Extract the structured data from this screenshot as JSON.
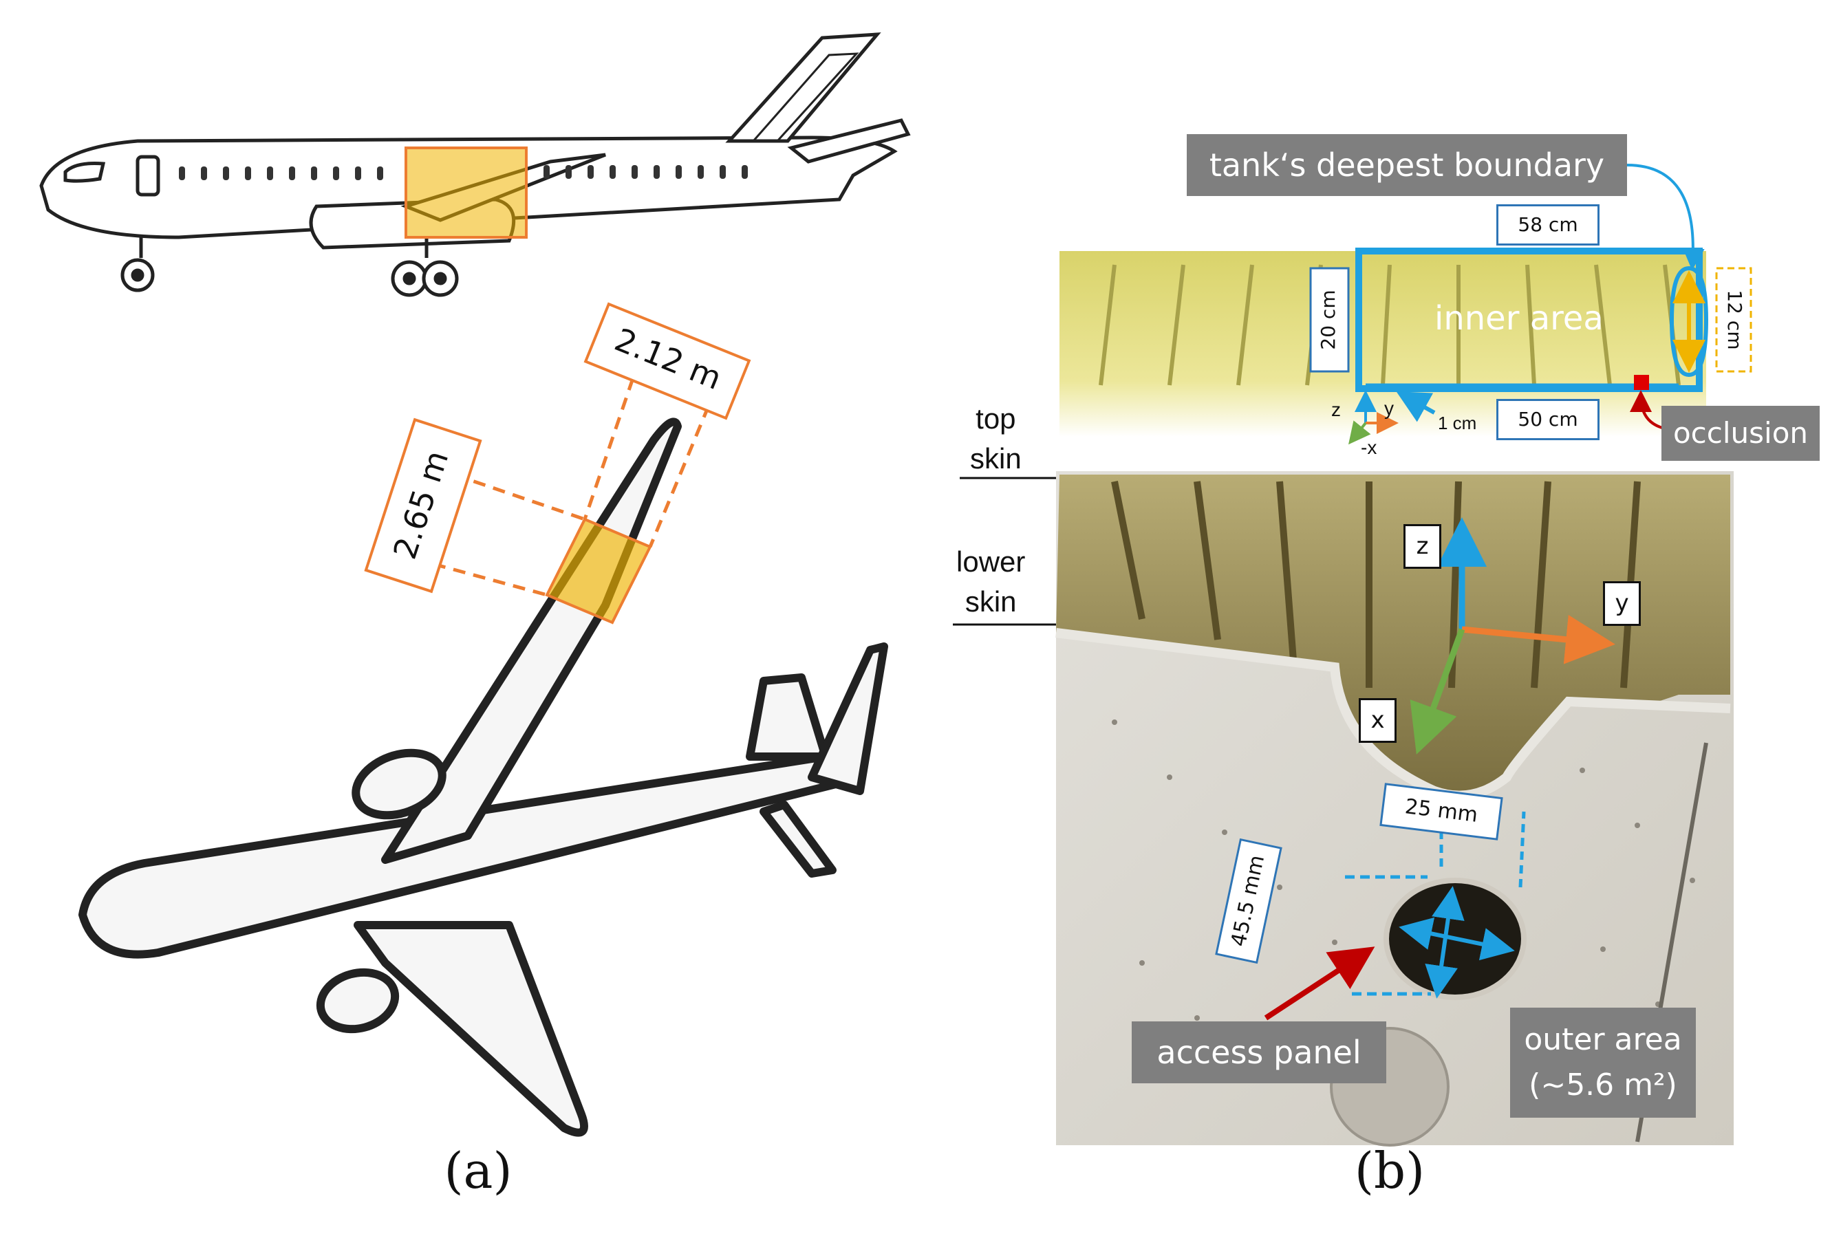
{
  "panel_a": {
    "caption": "(a)",
    "dim_wing_span": "2.12 m",
    "dim_wing_chord": "2.65 m"
  },
  "panel_b": {
    "caption": "(b)",
    "top_view": {
      "tank_boundary_label": "tank‘s deepest boundary",
      "inner_area_label": "inner area",
      "dim_58": "58 cm",
      "dim_20": "20 cm",
      "dim_12": "12 cm",
      "dim_50": "50 cm",
      "dim_1": "1 cm",
      "occlusion_label": "occlusion",
      "axis_z": "z",
      "axis_y": "y",
      "axis_minus_x": "-x"
    },
    "skin_labels": {
      "top_skin": "top\nskin",
      "lower_skin": "lower\nskin"
    },
    "photo": {
      "axis_z": "z",
      "axis_y": "y",
      "axis_x": "x",
      "dim_25": "25 mm",
      "dim_45": "45.5 mm",
      "access_panel_label": "access panel",
      "outer_area_label": "outer area",
      "outer_area_value": "(~5.6 m²)"
    }
  },
  "colors": {
    "orange_highlight": "#f0b400",
    "orange_line": "#ed7d31",
    "blue_line": "#1fa0e0",
    "green_axis": "#70ad47",
    "red_arrow": "#c00000",
    "gray_label": "#7f7f7f"
  }
}
